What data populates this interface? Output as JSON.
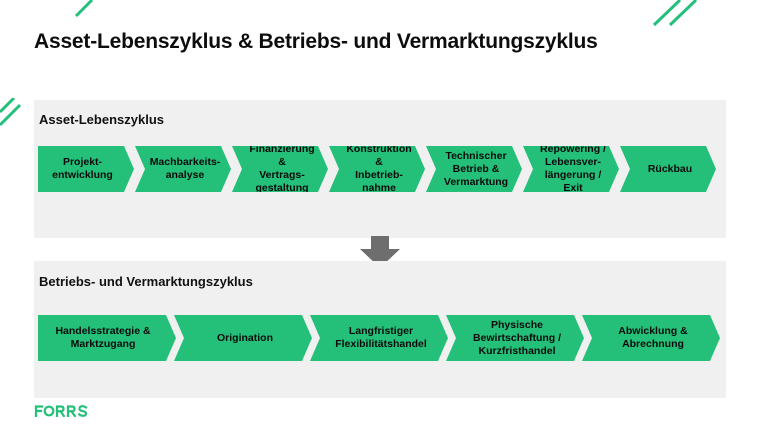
{
  "title": "Asset-Lebenszyklus & Betriebs- und Vermarktungszyklus",
  "asset_cycle": {
    "title": "Asset-Lebenszyklus",
    "steps": [
      "Projekt-\nentwicklung",
      "Machbarkeits-\nanalyse",
      "Finanzierung &\nVertrags-\ngestaltung",
      "Konstruktion &\nInbetrieb-\nnahme",
      "Technischer\nBetrieb &\nVermarktung",
      "Repowering /\nLebensver-\nlängerung / Exit",
      "Rückbau"
    ]
  },
  "operations_cycle": {
    "title": "Betriebs- und Vermarktungszyklus",
    "steps": [
      "Handelsstrategie &\nMarktzugang",
      "Origination",
      "Langfristiger\nFlexibilitätshandel",
      "Physische\nBewirtschaftung /\nKurzfristhandel",
      "Abwicklung &\nAbrechnung"
    ]
  },
  "logo": "FORRS",
  "colors": {
    "accent": "#24c07a",
    "panel_bg": "#f0f0f0",
    "arrow": "#6e6e6e"
  }
}
